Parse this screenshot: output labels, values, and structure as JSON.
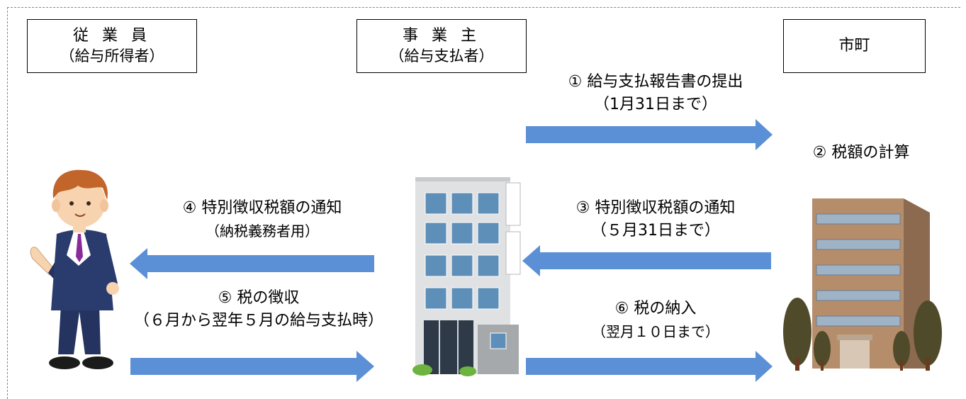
{
  "actors": {
    "employee": {
      "title": "従 業 員",
      "sub": "（給与所得者）"
    },
    "employer": {
      "title": "事 業 主",
      "sub": "（給与支払者）"
    },
    "city": {
      "title": "市町"
    }
  },
  "steps": {
    "s1": {
      "title": "① 給与支払報告書の提出",
      "sub": "（1月31日まで）"
    },
    "s2": {
      "title": "② 税額の計算"
    },
    "s3": {
      "title": "③ 特別徴収税額の通知",
      "sub": "（５月31日まで）"
    },
    "s4": {
      "title": "④ 特別徴収税額の通知",
      "sub": "（納税義務者用）"
    },
    "s5": {
      "title": "⑤ 税の徴収",
      "sub": "（６月から翌年５月の給与支払時）"
    },
    "s6": {
      "title": "⑥ 税の納入",
      "sub": "（翌月１０日まで）"
    }
  },
  "colors": {
    "arrow": "#5b8fd6",
    "frame": "#5b8fc9"
  },
  "icons": [
    "businessman-icon",
    "office-building-icon",
    "city-hall-icon"
  ]
}
